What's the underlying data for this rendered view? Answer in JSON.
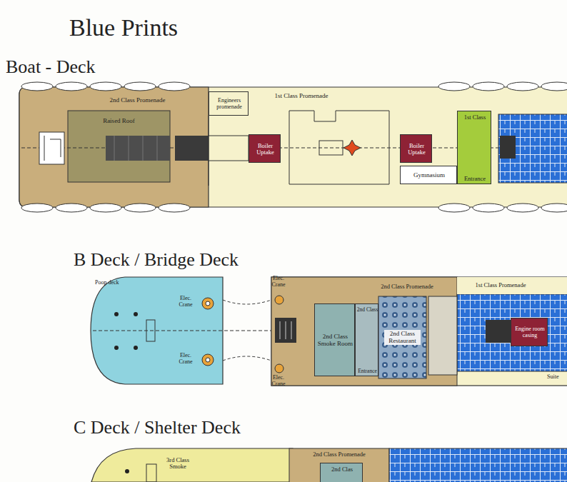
{
  "diagram": {
    "title": "Blue Prints",
    "nodes": [
      {
        "text": [
          "2nd Class Promenade"
        ]
      },
      {
        "text": [
          "Raised Roof"
        ],
        "in": 0
      },
      {
        "text": [
          "Engineers promenade"
        ]
      },
      {
        "text": [
          "1st Class Promenade"
        ]
      },
      {
        "text": [
          "Boiler Uptake"
        ],
        "in": 3
      },
      {
        "text": [
          "Boiler Uptake"
        ],
        "in": 3
      },
      {
        "text": [
          "Gymnasium"
        ],
        "in": 3
      },
      {
        "text": [
          "1st Class",
          "Entrance"
        ]
      },
      {
        "text": [
          "2nd Class Promenade"
        ]
      },
      {
        "text": [
          "2nd Class Smoke Room"
        ],
        "in": 8
      },
      {
        "text": [
          "2nd Class",
          "Entrance"
        ],
        "in": 8
      },
      {
        "text": [
          "2nd Class Restaurant"
        ],
        "in": 8
      },
      {
        "text": [
          "1st Class Promenade"
        ]
      },
      {
        "text": [
          "Engine room casing"
        ]
      },
      {
        "text": [
          "3rd Class Smoke"
        ]
      },
      {
        "text": [
          "2nd Class Promenade"
        ]
      },
      {
        "text": [
          "2nd Clas"
        ],
        "in": 15
      }
    ],
    "edges": [],
    "labels": [
      "Boat - Deck",
      "B Deck / Bridge Deck",
      "C Deck / Shelter Deck",
      "Poop deck",
      "Elec. Crane",
      "Elec. Crane",
      "Elec. Crane",
      "Elec. Crane",
      "Suite"
    ]
  }
}
